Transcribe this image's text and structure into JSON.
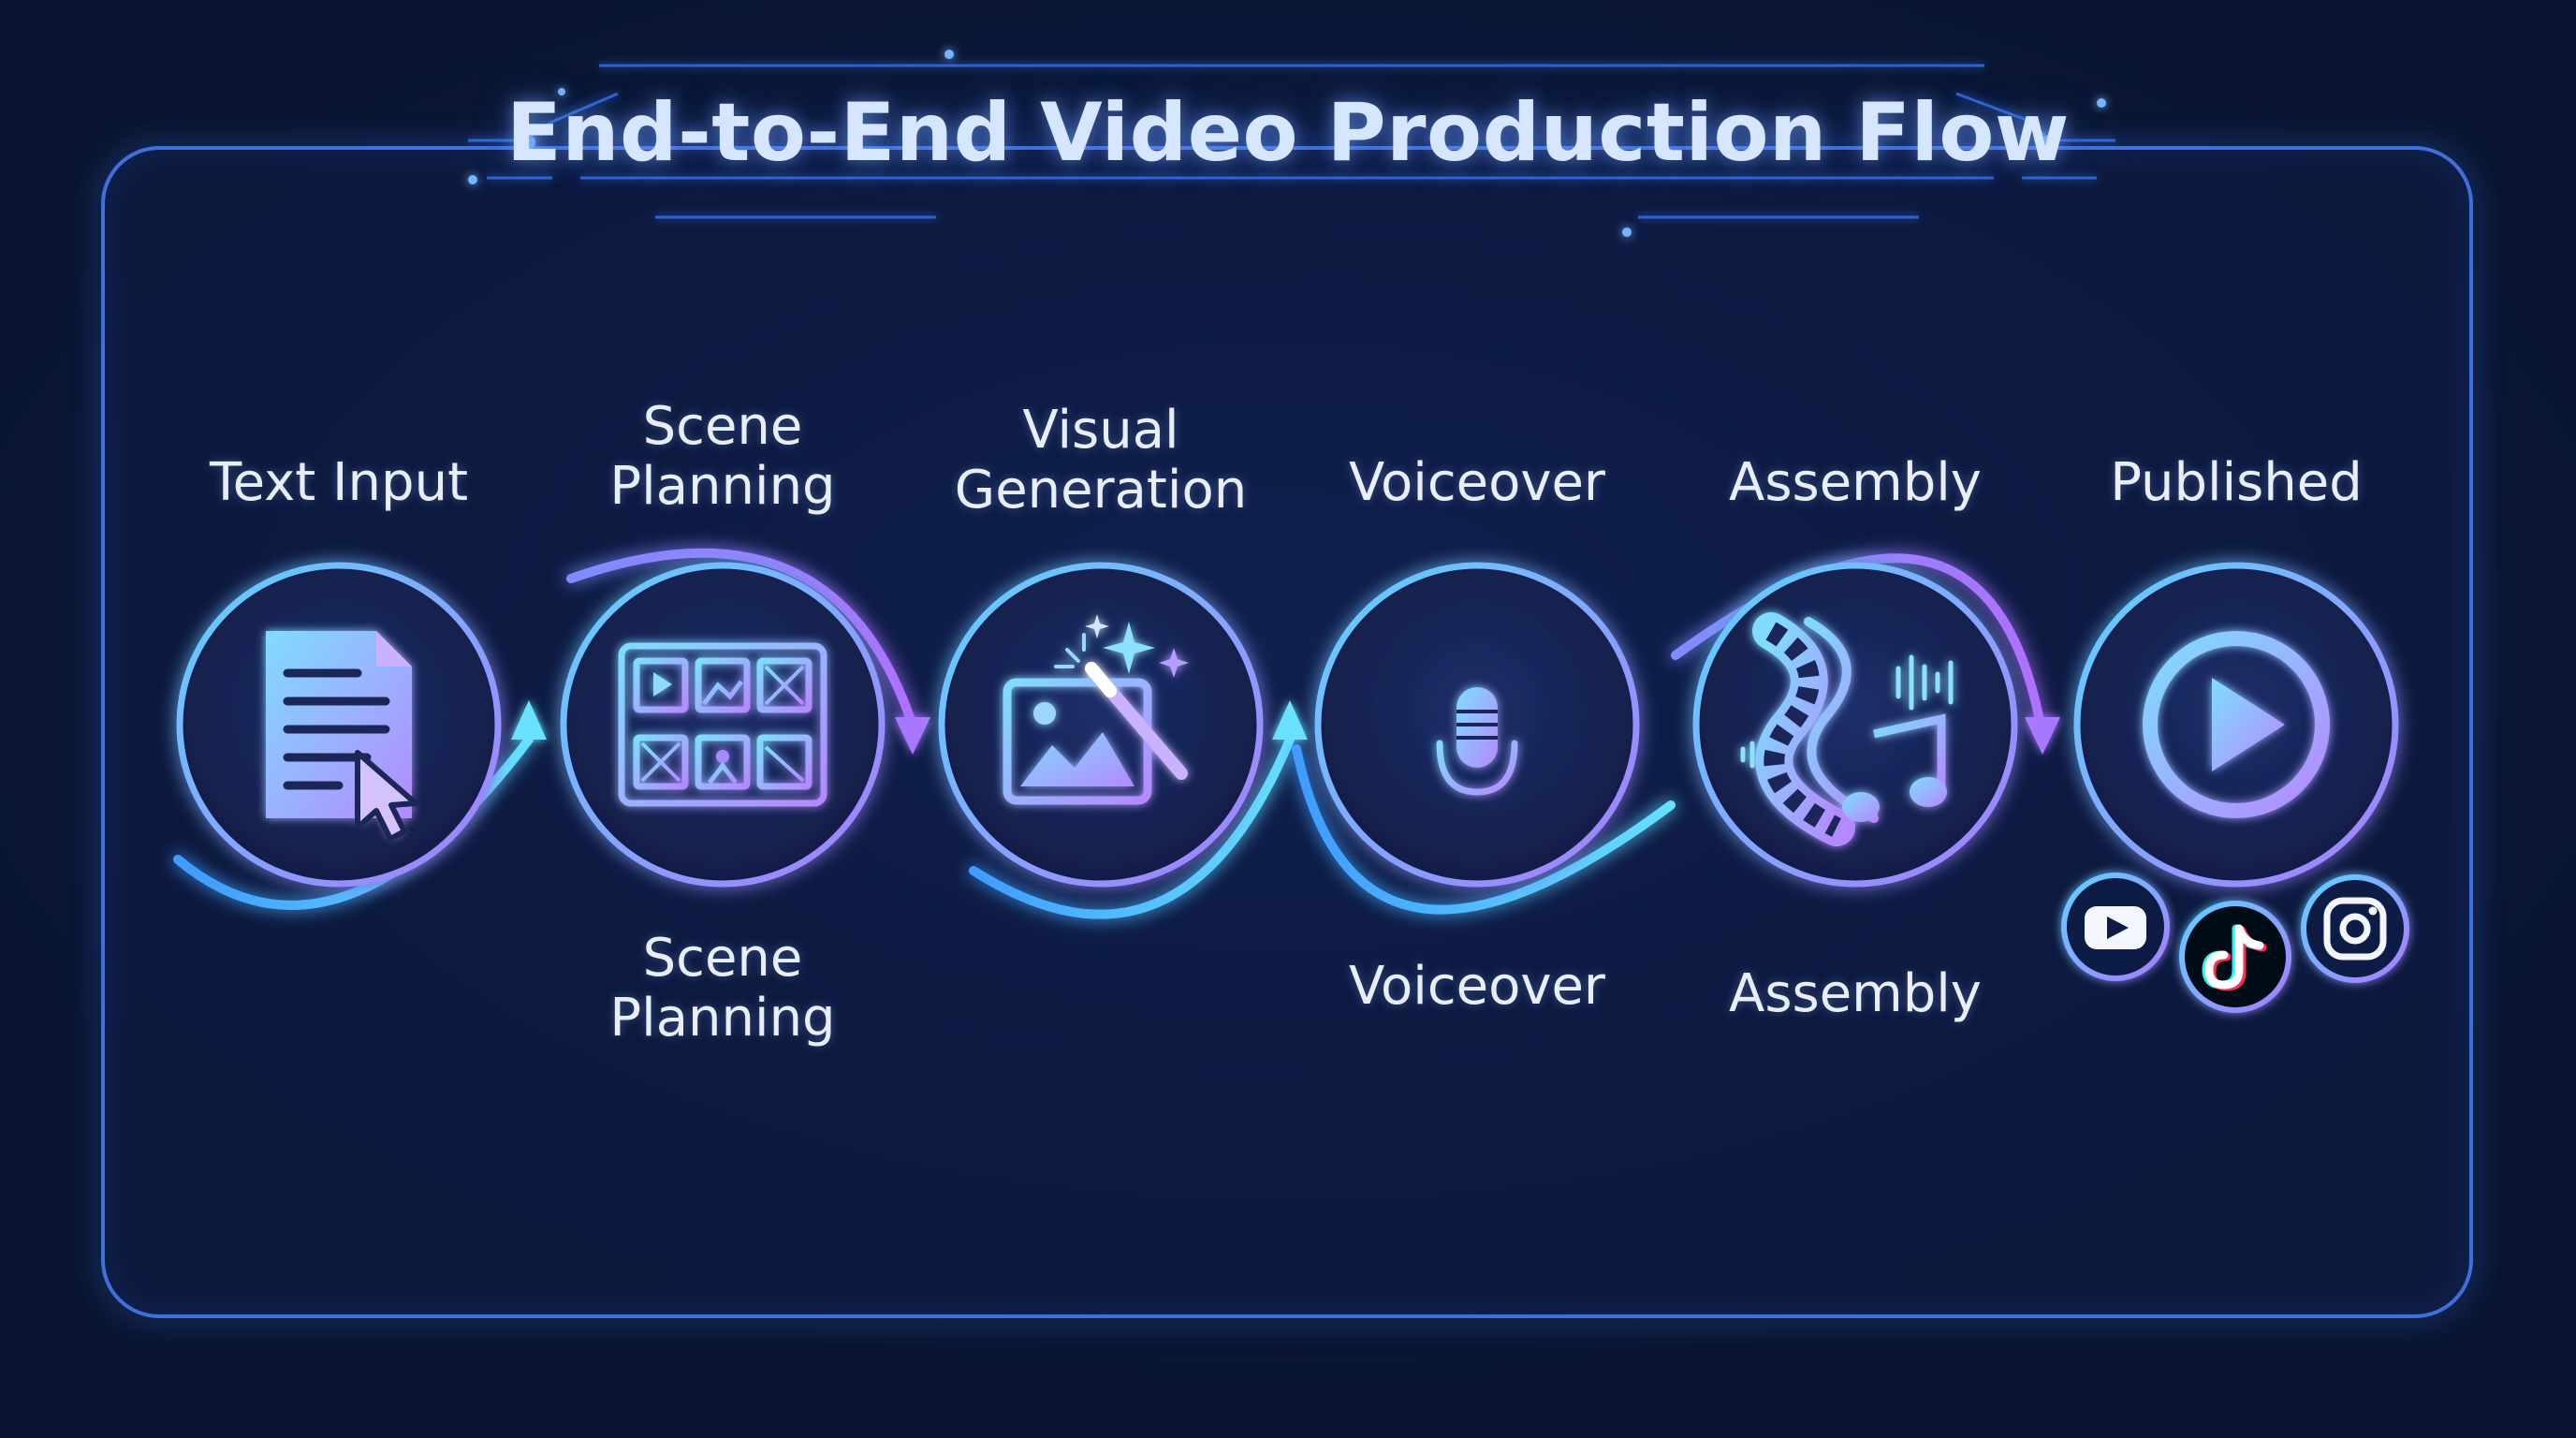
{
  "title": "End-to-End Video Production Flow",
  "colors": {
    "background": "#0b1a3e",
    "panel_border": "#3f6fd8",
    "cyan_glow": "#56c8ff",
    "purple_glow": "#a46dff",
    "label_text": "#e9eefc"
  },
  "steps": [
    {
      "id": "text-input",
      "icon": "document-cursor-icon",
      "top_label": [
        "Text Input"
      ],
      "bottom_label": []
    },
    {
      "id": "scene-planning",
      "icon": "storyboard-icon",
      "top_label": [
        "Scene",
        "Planning"
      ],
      "bottom_label": [
        "Scene",
        "Planning"
      ]
    },
    {
      "id": "visual-generation",
      "icon": "image-magic-wand-icon",
      "top_label": [
        "Visual",
        "Generation"
      ],
      "bottom_label": []
    },
    {
      "id": "voiceover",
      "icon": "microphone-waveform-icon",
      "top_label": [
        "Voiceover"
      ],
      "bottom_label": [
        "Voiceover"
      ]
    },
    {
      "id": "assembly",
      "icon": "film-music-icon",
      "top_label": [
        "Assembly"
      ],
      "bottom_label": [
        "Assembly"
      ]
    },
    {
      "id": "published",
      "icon": "play-button-icon",
      "top_label": [
        "Published"
      ],
      "bottom_label": []
    }
  ],
  "platforms": [
    {
      "name": "YouTube",
      "icon": "youtube-icon"
    },
    {
      "name": "TikTok",
      "icon": "tiktok-icon"
    },
    {
      "name": "Instagram",
      "icon": "instagram-icon"
    }
  ]
}
